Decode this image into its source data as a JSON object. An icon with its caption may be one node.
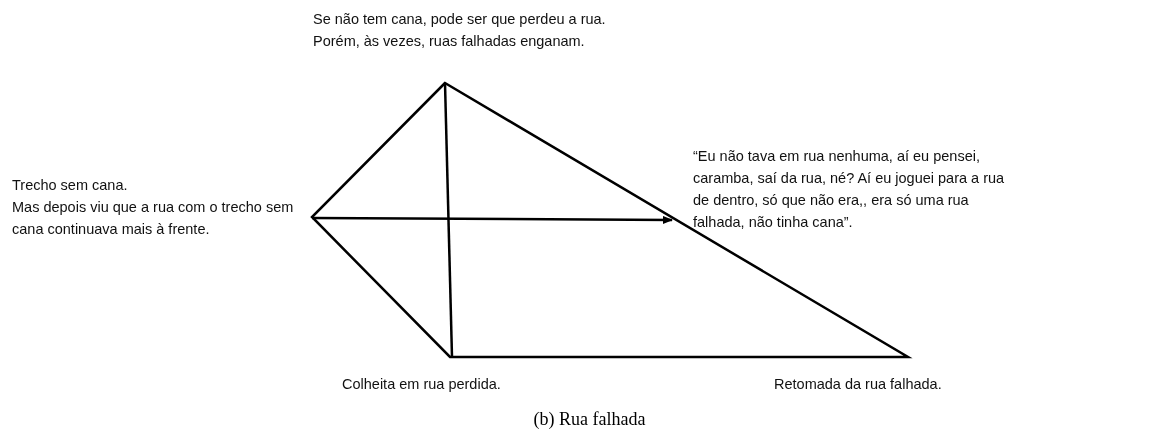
{
  "diagram": {
    "caption": "(b) Rua falhada",
    "nodes": [
      {
        "text": [
          "Se não tem cana, pode ser que perdeu a rua.",
          "Porém, às vezes, ruas falhadas enganam."
        ]
      },
      {
        "text": [
          "Trecho sem cana.",
          "Mas depois viu que a rua com o trecho sem cana continuava mais à frente."
        ]
      },
      {
        "text": [
          "Colheita em rua perdida."
        ]
      },
      {
        "text": [
          "Retomada da rua falhada."
        ]
      },
      {
        "text": [
          "“Eu não tava em rua nenhuma, aí eu pensei, caramba, saí da rua, né? Aí eu joguei para a rua de dentro, só que não era,, era só uma rua falhada, não tinha cana”."
        ]
      }
    ],
    "edges": [
      {
        "from": 1,
        "to": 4,
        "arrow": "to"
      }
    ]
  }
}
